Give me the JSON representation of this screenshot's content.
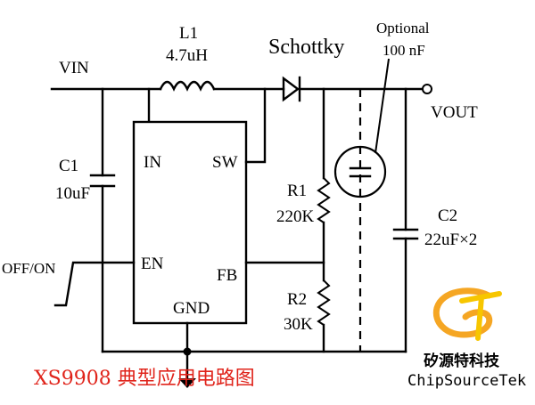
{
  "labels": {
    "vin": "VIN",
    "inductor_ref": "L1",
    "inductor_val": "4.7uH",
    "diode": "Schottky",
    "optional_line1": "Optional",
    "optional_line2": "100 nF",
    "vout": "VOUT",
    "c1_ref": "C1",
    "c1_val": "10uF",
    "pin_in": "IN",
    "pin_sw": "SW",
    "pin_en": "EN",
    "pin_fb": "FB",
    "pin_gnd": "GND",
    "r1_ref": "R1",
    "r1_val": "220K",
    "r2_ref": "R2",
    "r2_val": "30K",
    "c2_ref": "C2",
    "c2_val": "22uF×2",
    "off_on": "OFF/ON"
  },
  "caption": "XS9908 典型应用电路图",
  "brand": {
    "name_cn": "矽源特科技",
    "name_en": "ChipSourceTek",
    "logo_colors": [
      "#f5a623",
      "#f7c600"
    ]
  },
  "colors": {
    "caption": "#e0241b",
    "wire": "#000000"
  }
}
